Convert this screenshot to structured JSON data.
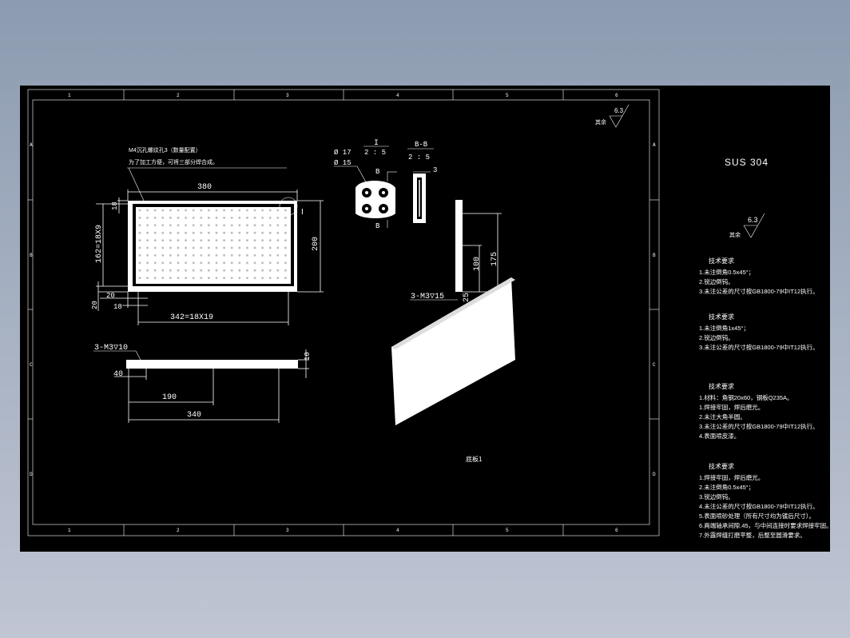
{
  "frame": {
    "col_labels": [
      "1",
      "2",
      "3",
      "4",
      "5",
      "6"
    ],
    "row_labels": [
      "A",
      "B",
      "C",
      "D"
    ]
  },
  "material": "SUS 304",
  "finish_top": {
    "label": "其余",
    "value": "6.3"
  },
  "finish_mid": {
    "label": "其余",
    "value": "6.3"
  },
  "plate": {
    "note_line1": "M4沉孔螺纹孔3（数量配置）",
    "note_line2": "为了加工方便，可将三部分焊合成。",
    "dim_width": "380",
    "dim_height": "200",
    "dim_top_offset": "18",
    "dim_left_pattern": "162=18X9",
    "dim_left_offset": "20",
    "dim_bottom_offset": "20",
    "dim_bottom_left": "18",
    "dim_bottom_pattern": "342=18X19",
    "detail_marker": "I"
  },
  "detail_i": {
    "title": "I",
    "scale": "2 : 5",
    "dia_outer": "Ø 17",
    "dia_inner": "Ø 15",
    "section_marker": "B"
  },
  "section_bb": {
    "title": "B-B",
    "scale": "2 : 5",
    "dim": "3"
  },
  "side_view": {
    "hole_note": "3-M3▽10",
    "dim_40": "40",
    "dim_190": "190",
    "dim_340": "340",
    "dim_10": "10"
  },
  "bar_view": {
    "dim_100": "100",
    "dim_175": "175",
    "dim_25": "25",
    "hole_note": "3-M3▽15"
  },
  "iso_caption": "底板1",
  "tech_req": [
    {
      "title": "技术要求",
      "lines": [
        "1.未注倒角0.5x45°；",
        "2.锐边倒钝。",
        "3.未注公差的尺寸按GB1800-79中IT12执行。"
      ]
    },
    {
      "title": "技术要求",
      "lines": [
        "1.未注倒角1x45°；",
        "2.锐边倒钝。",
        "3.未注公差的尺寸按GB1800-79中IT12执行。"
      ]
    },
    {
      "title": "技术要求",
      "lines": [
        "1.材料：角钢20x60，钢板Q235A。",
        "1.焊接牢固，焊后磨光。",
        "2.未注大角半圆。",
        "3.未注公差的尺寸按GB1800-79中IT12执行。",
        "4.表面喷皮漆。"
      ]
    },
    {
      "title": "技术要求",
      "lines": [
        "1.焊接牢固，焊后磨光。",
        "2.未注倒角0.5x45°；",
        "3.锐边倒钝。",
        "4.未注公差的尺寸按GB1800-79中IT12执行。",
        "5.表面喷砂处理（所有尺寸均为镀后尺寸）。",
        "6.两端轴承间隙.45，与中间连接时要求焊接牢固。",
        "7.外露焊缝打磨平整，后整至圆滑要求。"
      ]
    }
  ]
}
